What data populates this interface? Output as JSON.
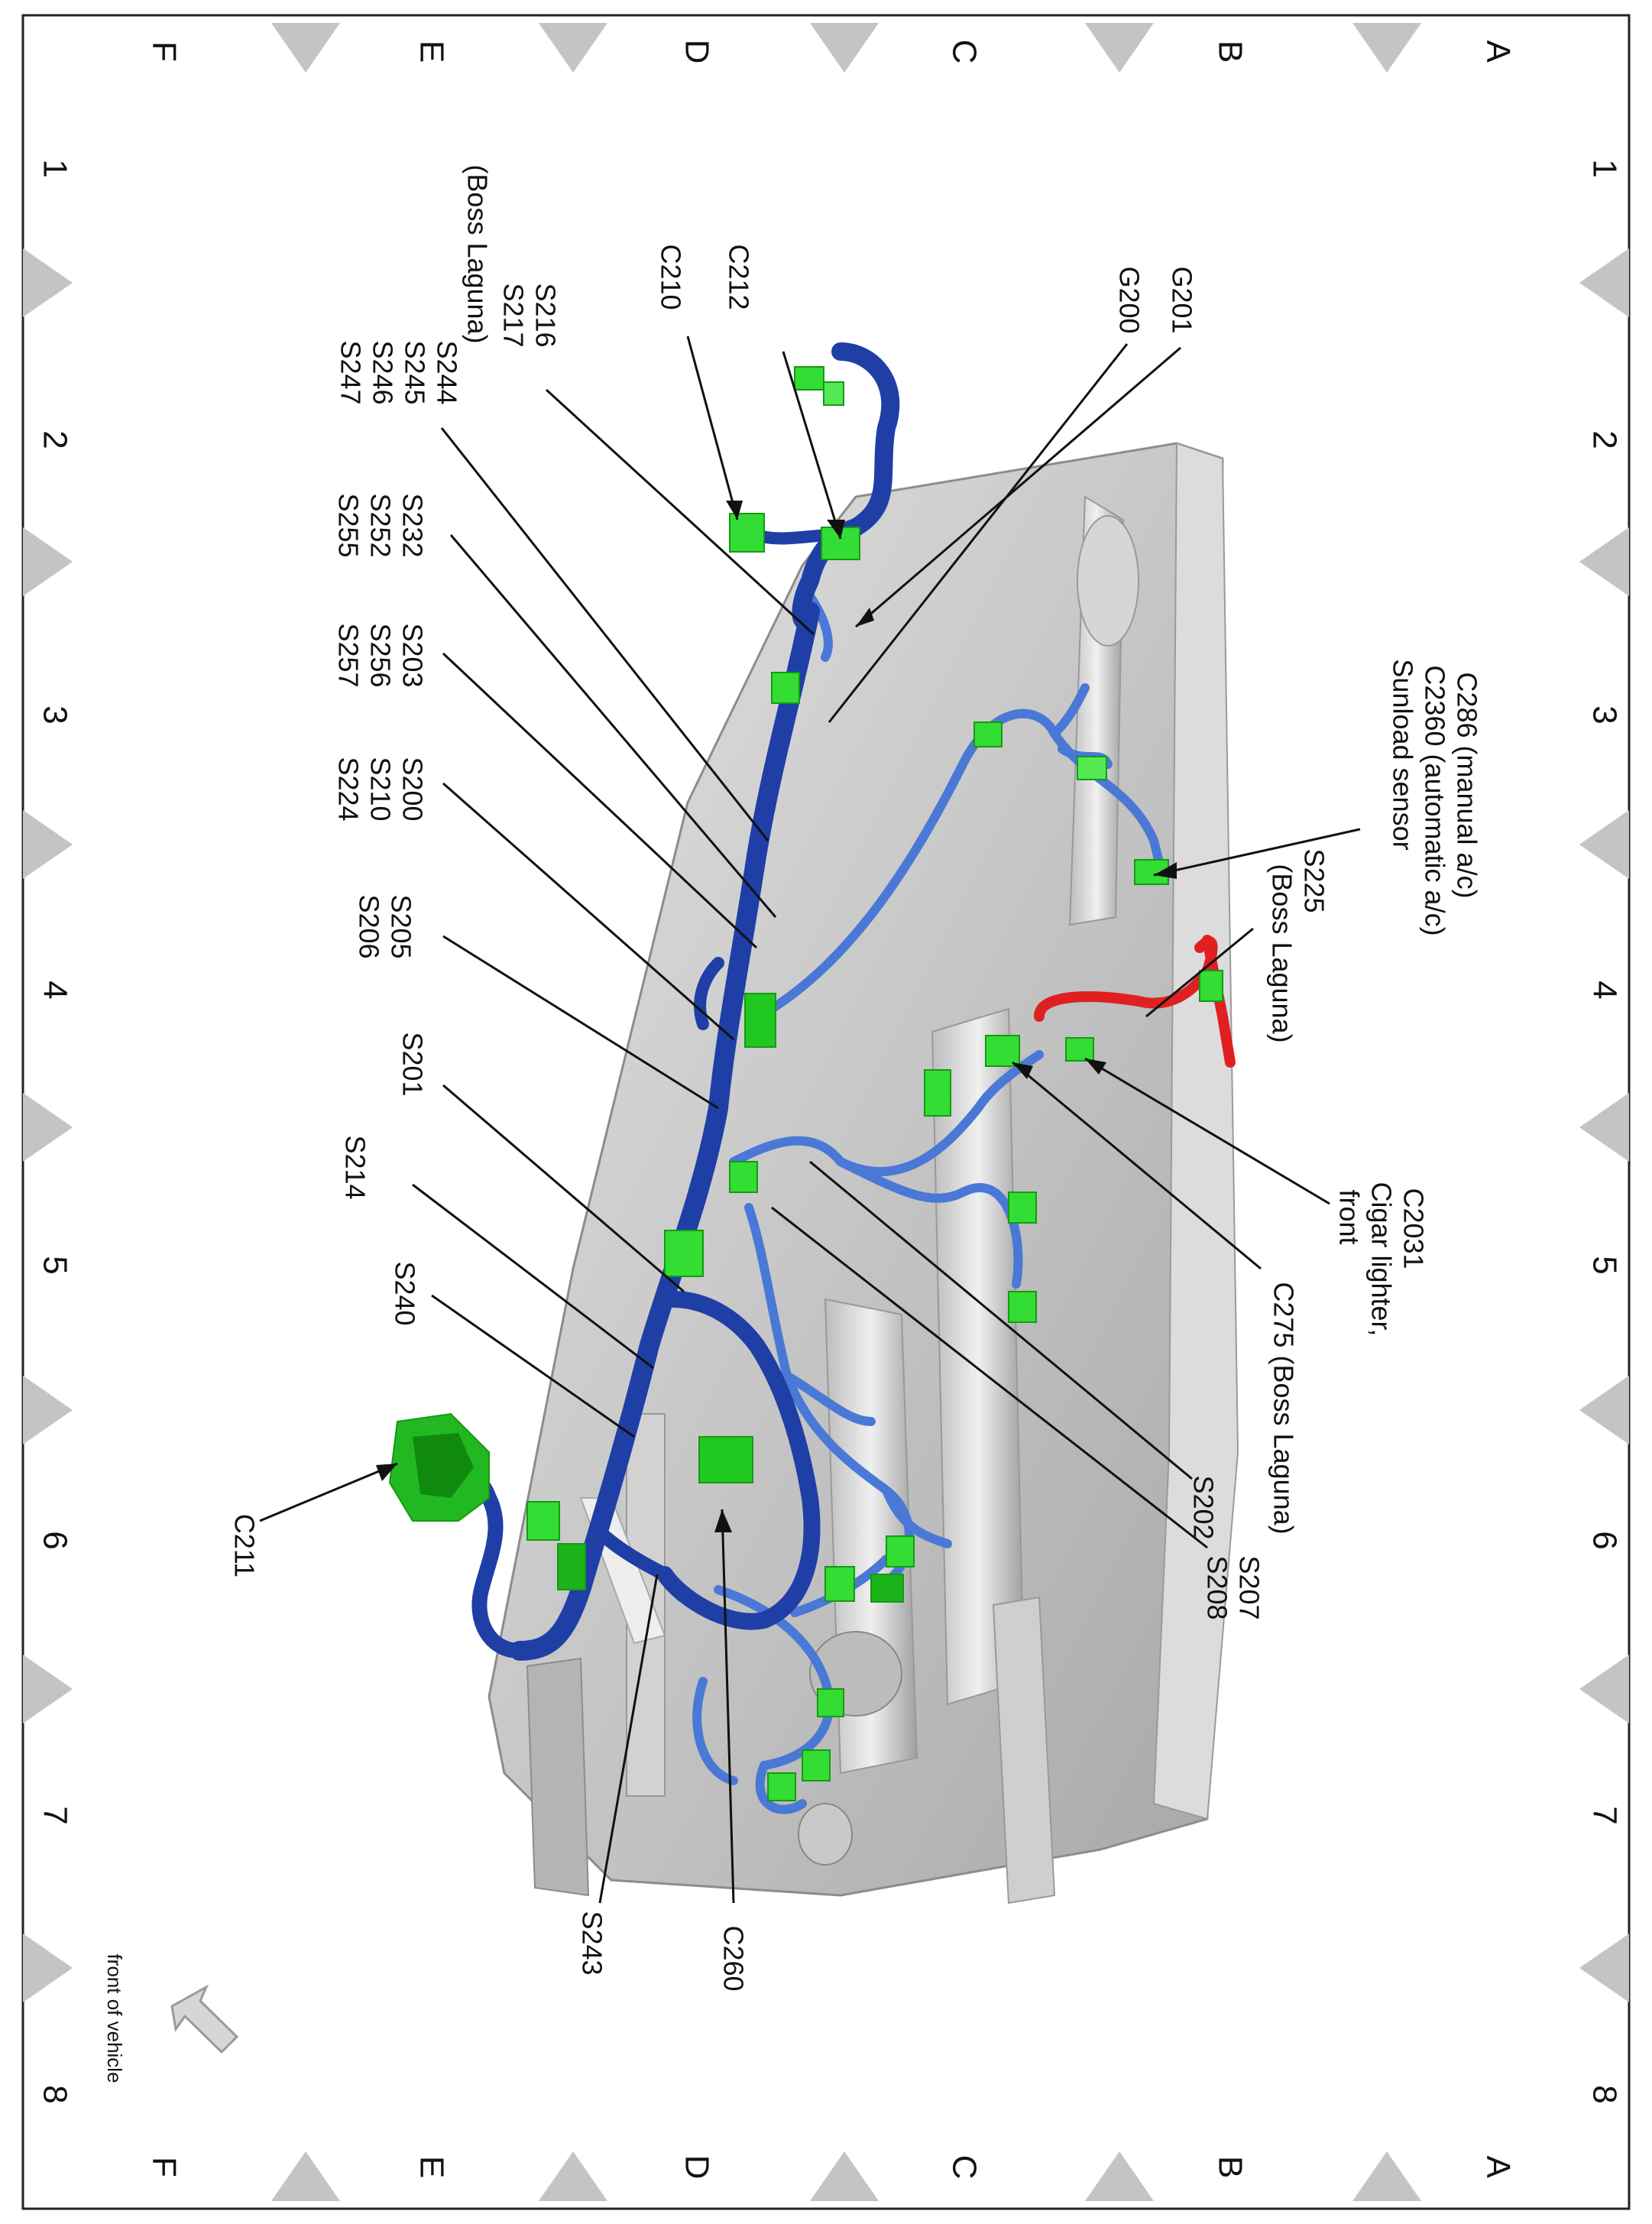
{
  "grid": {
    "rows": [
      "A",
      "B",
      "C",
      "D",
      "E",
      "F"
    ],
    "cols": [
      "1",
      "2",
      "3",
      "4",
      "5",
      "6",
      "7",
      "8"
    ]
  },
  "labels": {
    "g201": "G201",
    "g200": "G200",
    "c212": "C212",
    "c210": "C210",
    "s216": "S216",
    "s217": "S217",
    "boss_laguna_1": "(Boss Laguna)",
    "s244": "S244",
    "s245": "S245",
    "s246": "S246",
    "s247": "S247",
    "s232": "S232",
    "s252": "S252",
    "s255": "S255",
    "s203": "S203",
    "s256": "S256",
    "s257": "S257",
    "s200": "S200",
    "s210": "S210",
    "s224": "S224",
    "s205": "S205",
    "s206": "S206",
    "s201": "S201",
    "s214": "S214",
    "s240": "S240",
    "c211": "C211",
    "s243": "S243",
    "c260": "C260",
    "c286": "C286  (manual a/c)",
    "c2360": "C2360 (automatic a/c)",
    "sunload": "Sunload sensor",
    "s225": "S225",
    "boss_laguna_2": "(Boss Laguna)",
    "c2031": "C2031",
    "cigar": "Cigar lighter,",
    "front_word": "front",
    "c275": "C275 (Boss Laguna)",
    "s202": "S202",
    "s207": "S207",
    "s208": "S208",
    "front_of_vehicle": "front of vehicle"
  },
  "colors": {
    "harness_main": "#1f3fa6",
    "harness_light": "#4a78d6",
    "connector": "#33dd33",
    "connector_dark": "#149a14",
    "harness_red": "#e02020",
    "panel": "#c8c8c8",
    "panel_dark": "#9c9c9c",
    "grid_marker": "#c4c4c4"
  }
}
